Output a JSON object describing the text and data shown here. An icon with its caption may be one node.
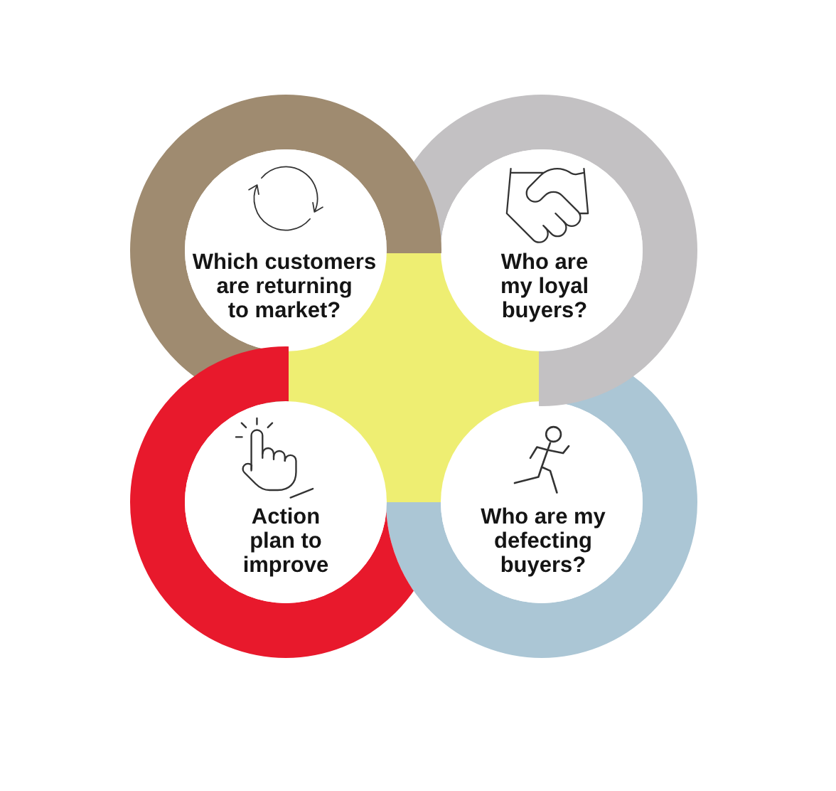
{
  "diagram": {
    "nodes": [
      {
        "text": [
          "Which customers are returning to market?"
        ]
      },
      {
        "text": [
          "Who are my loyal buyers?"
        ]
      },
      {
        "text": [
          "Action plan to improve"
        ]
      },
      {
        "text": [
          "Who are my defecting buyers?"
        ]
      },
      {
        "text": [],
        "shape": "box"
      }
    ]
  }
}
